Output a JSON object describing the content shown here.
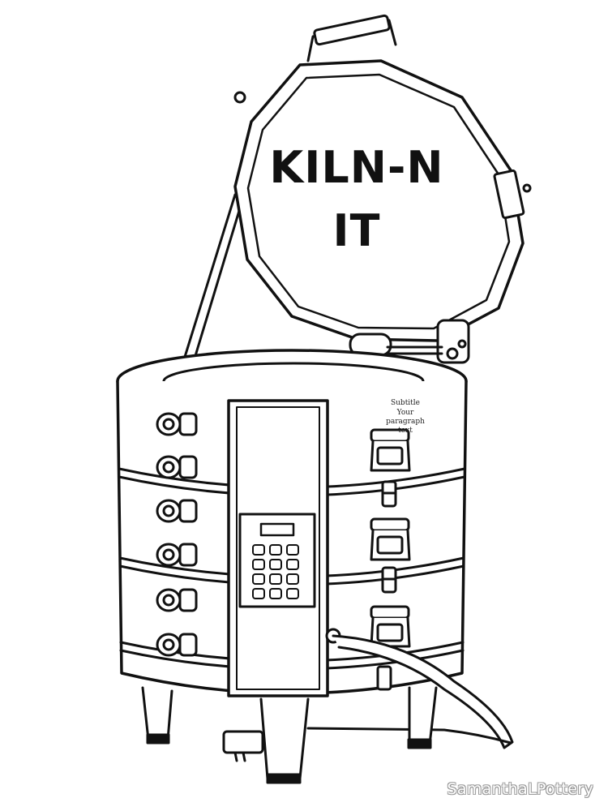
{
  "lid": {
    "title_line_1": "KILN-N",
    "title_line_2": "IT"
  },
  "side_text": {
    "subtitle": "Subtitle",
    "paragraph": "Your paragraph text"
  },
  "watermark": "SamanthaLPottery",
  "controller": {
    "keypad_rows": 4,
    "keypad_cols": 3
  },
  "colors": {
    "ink": "#111111",
    "paper": "#ffffff",
    "watermark_outline": "#9a9a9a"
  }
}
